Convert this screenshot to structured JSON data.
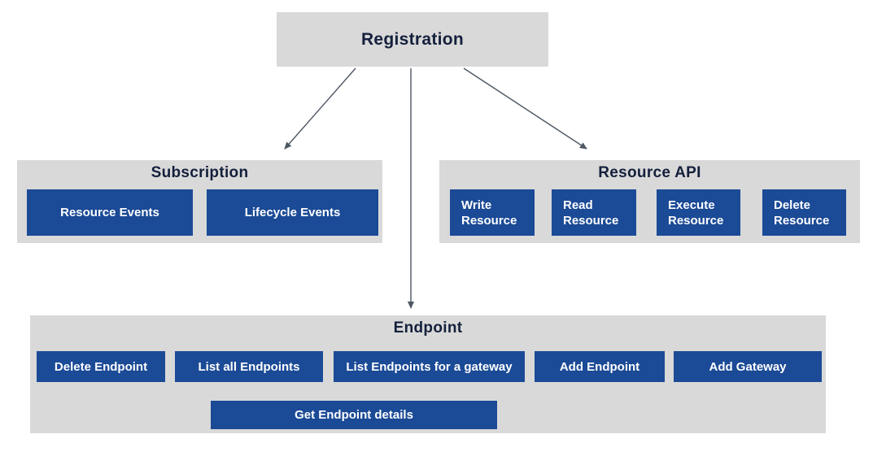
{
  "diagram": {
    "root": {
      "label": "Registration"
    },
    "groups": [
      {
        "id": "subscription",
        "title": "Subscription",
        "buttons": [
          "Resource Events",
          "Lifecycle Events"
        ]
      },
      {
        "id": "resource-api",
        "title": "Resource API",
        "buttons": [
          "Write Resource",
          "Read Resource",
          "Execute Resource",
          "Delete Resource"
        ]
      },
      {
        "id": "endpoint",
        "title": "Endpoint",
        "buttons": [
          "Delete Endpoint",
          "List all Endpoints",
          "List Endpoints for a gateway",
          "Add Endpoint",
          "Add Gateway"
        ],
        "detail_button": "Get Endpoint details"
      }
    ],
    "edges": [
      {
        "from": "Registration",
        "to": "Subscription"
      },
      {
        "from": "Registration",
        "to": "Resource API"
      },
      {
        "from": "Registration",
        "to": "Endpoint"
      },
      {
        "from": "List all Endpoints",
        "to": "Get Endpoint details"
      },
      {
        "from": "List Endpoints for a gateway",
        "to": "Get Endpoint details"
      }
    ]
  },
  "colors": {
    "button_blue": "#1b4a96",
    "panel_gray": "#d9d9d9",
    "title_navy": "#14203c",
    "arrow_gray": "#4d5663",
    "button_text": "#ffffff",
    "background": "#ffffff"
  }
}
